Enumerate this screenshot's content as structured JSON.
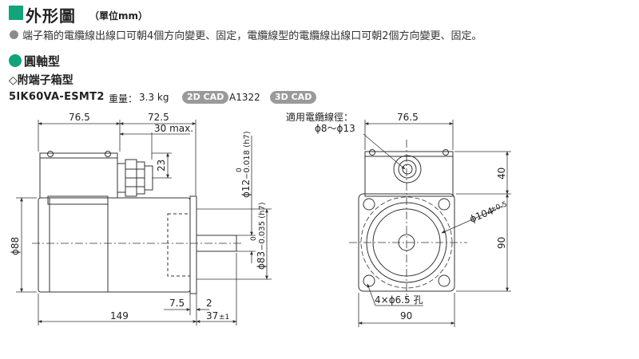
{
  "header": {
    "title": "外形圖",
    "unit": "（單位mm）",
    "note": "端子箱的電纜線出線口可朝4個方向變更、固定，電纜線型的電纜線出線口可朝2個方向變更、固定。"
  },
  "section": {
    "title": "圓軸型",
    "subtitle": "◇附端子箱型"
  },
  "model": {
    "name": "5IK60VA-ESMT2",
    "weight_label": "重量：",
    "weight_value": "3.3 kg",
    "cad2d_label": "2D CAD",
    "cad2d_code": "A1322",
    "cad3d_label": "3D CAD"
  },
  "side_view": {
    "dim_box_length": "76.5",
    "dim_gland_length": "72.5",
    "dim_max": "30 max.",
    "dim_23": "23",
    "dim_shaft_dia": "ϕ12",
    "dim_shaft_tol_top": "0",
    "dim_shaft_tol_bottom": "−0.018 (h7)",
    "dim_body_dia": "ϕ88",
    "dim_pilot_dia": "ϕ83",
    "dim_pilot_tol_top": "0",
    "dim_pilot_tol_bottom": "−0.035 (h7)",
    "dim_7_5": "7.5",
    "dim_2": "2",
    "dim_149": "149",
    "dim_37": "37",
    "dim_37_tol": "±1"
  },
  "front_view": {
    "cable_label": "適用電纜線徑：",
    "cable_range": "ϕ8～ϕ13",
    "dim_76_5": "76.5",
    "dim_40": "40",
    "dim_pcd": "ϕ104",
    "dim_pcd_tol": "±0.5",
    "dim_90_side": "90",
    "dim_90_bottom": "90",
    "hole_label": "4×ϕ6.5 孔"
  }
}
